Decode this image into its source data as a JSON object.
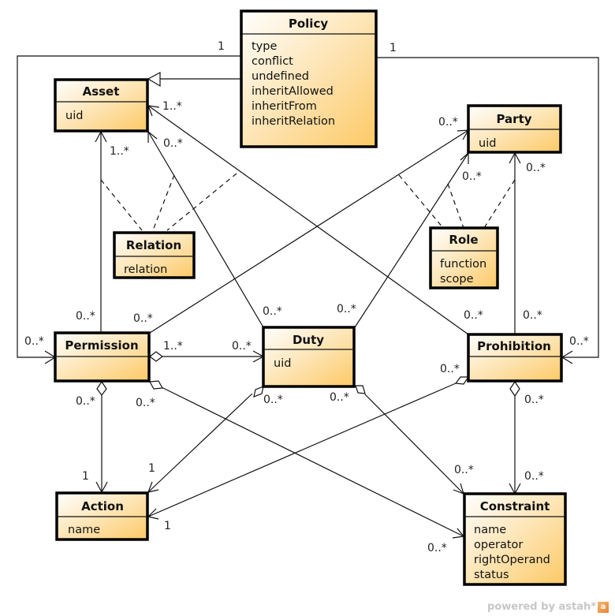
{
  "diagram": {
    "type": "UML class diagram",
    "classes": [
      {
        "id": "policy",
        "name": "Policy",
        "attributes": [
          "type",
          "conflict",
          "undefined",
          "inheritAllowed",
          "inheritFrom",
          "inheritRelation"
        ]
      },
      {
        "id": "asset",
        "name": "Asset",
        "attributes": [
          "uid"
        ]
      },
      {
        "id": "party",
        "name": "Party",
        "attributes": [
          "uid"
        ]
      },
      {
        "id": "relation",
        "name": "Relation",
        "attributes": [
          "relation"
        ]
      },
      {
        "id": "role",
        "name": "Role",
        "attributes": [
          "function",
          "scope"
        ]
      },
      {
        "id": "permission",
        "name": "Permission",
        "attributes": []
      },
      {
        "id": "duty",
        "name": "Duty",
        "attributes": [
          "uid"
        ]
      },
      {
        "id": "prohibition",
        "name": "Prohibition",
        "attributes": []
      },
      {
        "id": "action",
        "name": "Action",
        "attributes": [
          "name"
        ]
      },
      {
        "id": "constraint",
        "name": "Constraint",
        "attributes": [
          "name",
          "operator",
          "rightOperand",
          "status"
        ]
      }
    ],
    "relationships": [
      {
        "kind": "generalization",
        "from": "policy",
        "to": "asset"
      },
      {
        "kind": "association",
        "from": "policy",
        "to": "permission",
        "source_mult": "1",
        "target_mult": "0..*"
      },
      {
        "kind": "association",
        "from": "policy",
        "to": "prohibition",
        "source_mult": "1",
        "target_mult": "0..*"
      },
      {
        "kind": "association",
        "from": "permission",
        "to": "asset",
        "source_mult": "0..*",
        "target_mult": "1..*"
      },
      {
        "kind": "association",
        "from": "duty",
        "to": "asset",
        "source_mult": "0..*",
        "target_mult": "0..*"
      },
      {
        "kind": "association",
        "from": "prohibition",
        "to": "asset",
        "source_mult": "0..*",
        "target_mult": "1..*"
      },
      {
        "kind": "association",
        "from": "permission",
        "to": "party",
        "source_mult": "0..*",
        "target_mult": "0..*"
      },
      {
        "kind": "association",
        "from": "duty",
        "to": "party",
        "source_mult": "0..*",
        "target_mult": "0..*"
      },
      {
        "kind": "association",
        "from": "prohibition",
        "to": "party",
        "source_mult": "0..*",
        "target_mult": "0..*"
      },
      {
        "kind": "aggregation",
        "from": "permission",
        "to": "duty",
        "source_mult": "1..*",
        "target_mult": "0..*"
      },
      {
        "kind": "aggregation",
        "from": "permission",
        "to": "action",
        "source_mult": "0..*",
        "target_mult": "1"
      },
      {
        "kind": "aggregation",
        "from": "permission",
        "to": "constraint",
        "source_mult": "0..*",
        "target_mult": "0..*"
      },
      {
        "kind": "aggregation",
        "from": "duty",
        "to": "action",
        "source_mult": "0..*",
        "target_mult": "1"
      },
      {
        "kind": "aggregation",
        "from": "duty",
        "to": "constraint",
        "source_mult": "0..*",
        "target_mult": "0..*"
      },
      {
        "kind": "aggregation",
        "from": "prohibition",
        "to": "action",
        "source_mult": "0..*",
        "target_mult": "1"
      },
      {
        "kind": "aggregation",
        "from": "prohibition",
        "to": "constraint",
        "source_mult": "0..*",
        "target_mult": "0..*"
      },
      {
        "kind": "association-class",
        "class": "relation",
        "links": [
          "permission-asset",
          "duty-asset",
          "prohibition-asset"
        ]
      },
      {
        "kind": "association-class",
        "class": "role",
        "links": [
          "permission-party",
          "duty-party",
          "prohibition-party"
        ]
      }
    ]
  },
  "labels": {
    "policy_perm_src": "1",
    "policy_prohib_src": "1",
    "perm_policy_tgt": "0..*",
    "prohib_policy_tgt": "0..*",
    "asset_from_prohib": "1..*",
    "asset_from_duty": "0..*",
    "asset_from_perm": "1..*",
    "perm_to_asset_src": "0..*",
    "perm_to_party_src": "0..*",
    "duty_to_asset_src": "0..*",
    "duty_to_party_src": "0..*",
    "prohib_to_asset_src": "0..*",
    "prohib_to_party_src": "0..*",
    "party_from_perm": "0..*",
    "party_from_duty": "0..*",
    "party_from_prohib": "0..*",
    "perm_duty_src": "1..*",
    "perm_duty_tgt": "0..*",
    "perm_action_src": "0..*",
    "perm_constraint_src": "0..*",
    "duty_action_src": "0..*",
    "duty_constraint_src": "0..*",
    "prohib_action_src": "0..*",
    "prohib_constraint_src": "0..*",
    "action_from_perm": "1",
    "action_from_duty": "1",
    "action_from_prohib": "1",
    "constraint_from_duty": "0..*",
    "constraint_from_prohib": "0..*",
    "constraint_from_perm": "0..*"
  },
  "watermark": {
    "text": "powered by astah*",
    "logo": "a"
  }
}
